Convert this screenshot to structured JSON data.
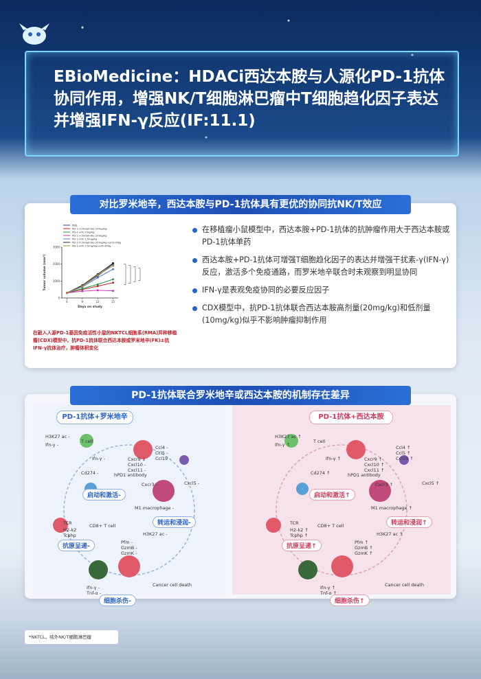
{
  "header": {
    "title": "EBioMedicine：HDACi西达本胺与人源化PD-1抗体协同作用，增强NK/T细胞淋巴瘤中T细胞趋化因子表达并增强IFN-γ反应(IF:11.1)"
  },
  "section1": {
    "title": "对比罗米地辛，西达本胺与PD-1抗体具有更优的协同抗NK/T效应",
    "chart_caption": "在敲入人源PD-1基因免疫活性小鼠的NKTCL细胞系(RMA)异种移植瘤(CDX)模型中，抗PD-1抗体联合西达本胺或罗米地辛(FK)±抗IFN-γ抗体治疗，肿瘤体积变化",
    "bullets": [
      "在移植瘤小鼠模型中，西达本胺+PD-1抗体的抗肿瘤作用大于西达本胺或PD-1抗体单药",
      "西达本胺+PD-1抗体可增强T细胞趋化因子的表达并增强干扰素-γ(IFN-γ)反应，激活多个免疫通路，而罗米地辛联合时未观察到明显协同",
      "IFN-γ是表观免疫协同的必要反应因子",
      "CDX模型中，抗PD-1抗体联合西达本胺高剂量(20mg/kg)和低剂量(10mg/kg)似乎不影响肿瘤抑制作用"
    ]
  },
  "chart_data": {
    "type": "line",
    "xlabel": "Days on study",
    "ylabel": "Tumor volume (mm³)",
    "x": [
      6,
      9,
      12,
      15
    ],
    "ylim": [
      0,
      3000
    ],
    "series": [
      {
        "name": "PBS",
        "values": [
          300,
          700,
          1300,
          2000
        ],
        "color": "#2b3fa8"
      },
      {
        "name": "PD-1+Chidamide 10mg/kg",
        "values": [
          300,
          500,
          700,
          900
        ],
        "color": "#c0202a"
      },
      {
        "name": "PD-1+FK 1mg/kg",
        "values": [
          300,
          550,
          800,
          1100
        ],
        "color": "#2a9a4a"
      },
      {
        "name": "PD-1+Chidamide 10mg/kg",
        "values": [
          300,
          400,
          450,
          420
        ],
        "color": "#c03ab0"
      },
      {
        "name": "PD-1+FK 1.5mg/kg",
        "values": [
          300,
          650,
          1200,
          1700
        ],
        "color": "#4a7ad0"
      },
      {
        "name": "PD-1+Chidamide 20mg/kg+anti-IFNg",
        "values": [
          300,
          750,
          1400,
          2050
        ],
        "color": "#222222"
      },
      {
        "name": "PD-1+FK 1.5mg/kg+anti-IFNg",
        "values": [
          300,
          700,
          1350,
          1900
        ],
        "color": "#b08a2a"
      }
    ]
  },
  "section2": {
    "title": "PD-1抗体联合罗米地辛或西达本胺的机制存在差异",
    "left": {
      "header": "PD-1抗体+罗米地辛",
      "stages": [
        "启动和激活-",
        "转运和浸润-",
        "抗原呈递-",
        "细胞杀伤-"
      ],
      "labels": [
        "H3K27 ac -",
        "Ifn-γ -",
        "T cell",
        "Ifn-γ -",
        "Ccl4 -",
        "Ccl5 -",
        "Ccl19 -",
        "Cxcr9 ↓",
        "Cxcl10 -",
        "Cxcl11 -",
        "Cd274 -",
        "hPD1 antibody",
        "Cxcr3 -",
        "Cxcl5 -",
        "M1 macrophage -",
        "TCR",
        "H2-k2",
        "Tcphp",
        "CD8+ T cell",
        "H3K27 ac -",
        "Pfm -",
        "GzmB -",
        "GzmK -",
        "Ifn-γ -",
        "Tnf-α -",
        "Cancer cell death"
      ]
    },
    "right": {
      "header": "PD-1抗体+西达本胺",
      "stages": [
        "启动和激活↑",
        "转运和浸润↑",
        "抗原呈递↑",
        "细胞杀伤↑"
      ],
      "labels": [
        "H3K27 ac ↑",
        "Ifn-γ ↑",
        "T cell",
        "Ifn-γ ↑",
        "Ccl4 ↑",
        "Ccl5 ↑",
        "Ccl19 ↑",
        "Cxcr9 ↑",
        "Cxcl10 ↑",
        "Cxcl11 ↑",
        "Cd274 ↑",
        "hPD1 antibody",
        "Cxcr3 ↑",
        "Cxcl5 ↑",
        "M1 macrophage ↑",
        "TCR",
        "H2-k2 ↑",
        "Tcphp ↑",
        "CD8+ T cell",
        "H3K27 ac ↑",
        "Pfm ↑",
        "GzmB ↑",
        "GzmK ↑",
        "Ifn-γ ↑",
        "Tnf-α ↑",
        "Cancer cell death"
      ]
    }
  },
  "footnote": "*NKTCL，结外NK/T细胞淋巴瘤",
  "colors": {
    "accent": "#2a62c9",
    "red": "#d03a5a",
    "dark_blue": "#0b2a5e"
  }
}
